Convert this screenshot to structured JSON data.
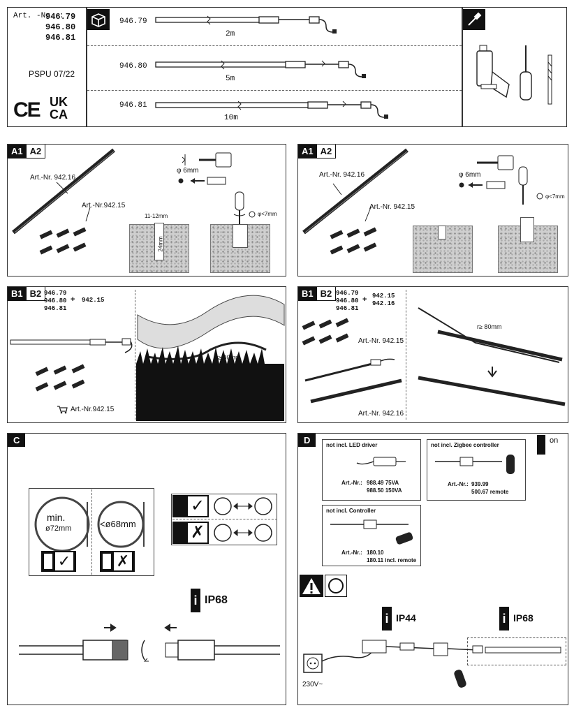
{
  "header": {
    "art_label": "Art. -Nr. :",
    "art_numbers": [
      "946.79",
      "946.80",
      "946.81"
    ],
    "doc_code": "PSPU 07/22",
    "marks": {
      "ce": "CE",
      "ukca_top": "UK",
      "ukca_bottom": "CA"
    },
    "variants": [
      {
        "art": "946.79",
        "length": "2m"
      },
      {
        "art": "946.80",
        "length": "5m"
      },
      {
        "art": "946.81",
        "length": "10m"
      }
    ]
  },
  "panel_a_left": {
    "tag": [
      "A1",
      "A2"
    ],
    "profile_art": "Art.-Nr. 942.16",
    "clip_art": "Art.-Nr.942.15",
    "drill_diameter": "φ 6mm",
    "depth_label": "24mm",
    "width_label": "11-12mm",
    "screw_label": "φ<7mm"
  },
  "panel_a_right": {
    "tag": [
      "A1",
      "A2"
    ],
    "profile_art": "Art.-Nr. 942.16",
    "clip_art": "Art.-Nr. 942.15",
    "drill_diameter": "φ 6mm",
    "screw_label": "φ<7mm"
  },
  "panel_b_left": {
    "tag": [
      "B1",
      "B2"
    ],
    "art_list": [
      "946.79",
      "946.80",
      "946.81"
    ],
    "plus": "+",
    "accessory": "942.15",
    "clip_art": "Art.-Nr.942.15",
    "radius_label": "r≥ 80mm"
  },
  "panel_b_right": {
    "tag": [
      "B1",
      "B2"
    ],
    "art_list": [
      "946.79",
      "946.80",
      "946.81"
    ],
    "plus": "+",
    "accessories": [
      "942.15",
      "942.16"
    ],
    "clip_art": "Art.-Nr. 942.15",
    "profile_art": "Art.-Nr. 942.16",
    "radius_label": "r≥ 80mm"
  },
  "panel_c": {
    "tag": "C",
    "min_label": "min.",
    "min_diameter": "ø72mm",
    "bad_diameter": "<ø68mm",
    "ip_rating": "IP68"
  },
  "panel_d": {
    "tag": "D",
    "on_label": "on",
    "led_driver": {
      "title": "not incl. LED driver",
      "art_label": "Art.-Nr.:",
      "lines": [
        "988.49  75VA",
        "988.50  150VA"
      ]
    },
    "zigbee": {
      "title": "not incl. Zigbee controller",
      "art_label": "Art.-Nr.:",
      "lines": [
        "939.99",
        "500.67 remote"
      ]
    },
    "controller": {
      "title": "not incl. Controller",
      "art_label": "Art.-Nr.:",
      "lines": [
        "180.10",
        "180.11 incl. remote"
      ]
    },
    "ip_left": "IP44",
    "ip_right": "IP68",
    "voltage": "230V~"
  }
}
